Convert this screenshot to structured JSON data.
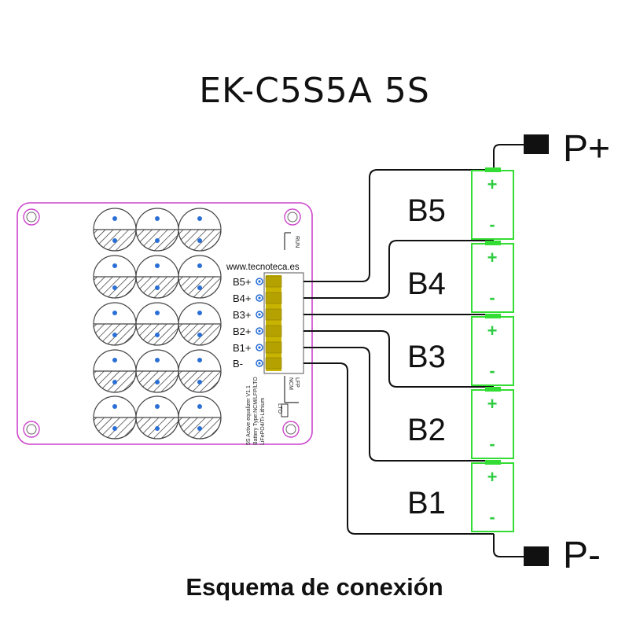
{
  "title": "EK-C5S5A  5S",
  "caption": "Esquema de conexión",
  "website": "www.tecnoteca.es",
  "board": {
    "terminals": [
      "B5+",
      "B4+",
      "B3+",
      "B2+",
      "B1+",
      "B-"
    ],
    "labels": {
      "run": "RUN",
      "ncm_lfp": "NCM\nLFP",
      "lto": "LTO"
    },
    "silkscreen": [
      "5S Active equalizer V1.1",
      "Battery Type:NCM/LFP/LTO",
      "LiFePO4/Ti-Lithium"
    ]
  },
  "cells": [
    {
      "label": "B5",
      "plus": "+",
      "minus": "-"
    },
    {
      "label": "B4",
      "plus": "+",
      "minus": "-"
    },
    {
      "label": "B3",
      "plus": "+",
      "minus": "-"
    },
    {
      "label": "B2",
      "plus": "+",
      "minus": "-"
    },
    {
      "label": "B1",
      "plus": "+",
      "minus": "-"
    }
  ],
  "outputs": {
    "positive": "P+",
    "negative": "P-"
  },
  "colors": {
    "board_outline": "#cc44cc",
    "cell_outline": "#33dd33",
    "terminal_block": "#c8b400",
    "wire": "#111111"
  }
}
